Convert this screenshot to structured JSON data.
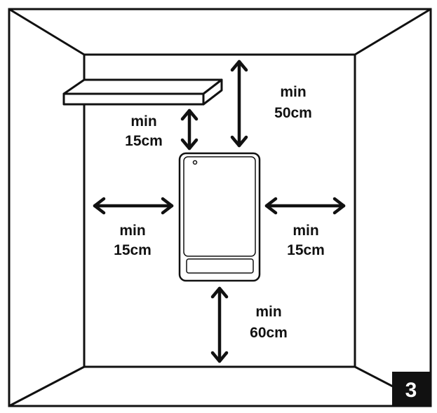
{
  "labels": {
    "top": {
      "line1": "min",
      "line2": "50cm"
    },
    "shelf": {
      "line1": "min",
      "line2": "15cm"
    },
    "left": {
      "line1": "min",
      "line2": "15cm"
    },
    "right": {
      "line1": "min",
      "line2": "15cm"
    },
    "bottom": {
      "line1": "min",
      "line2": "60cm"
    }
  },
  "step_badge": "3",
  "colors": {
    "line": "#111111",
    "background": "#ffffff",
    "badge": "#111111",
    "badge_text": "#ffffff"
  }
}
